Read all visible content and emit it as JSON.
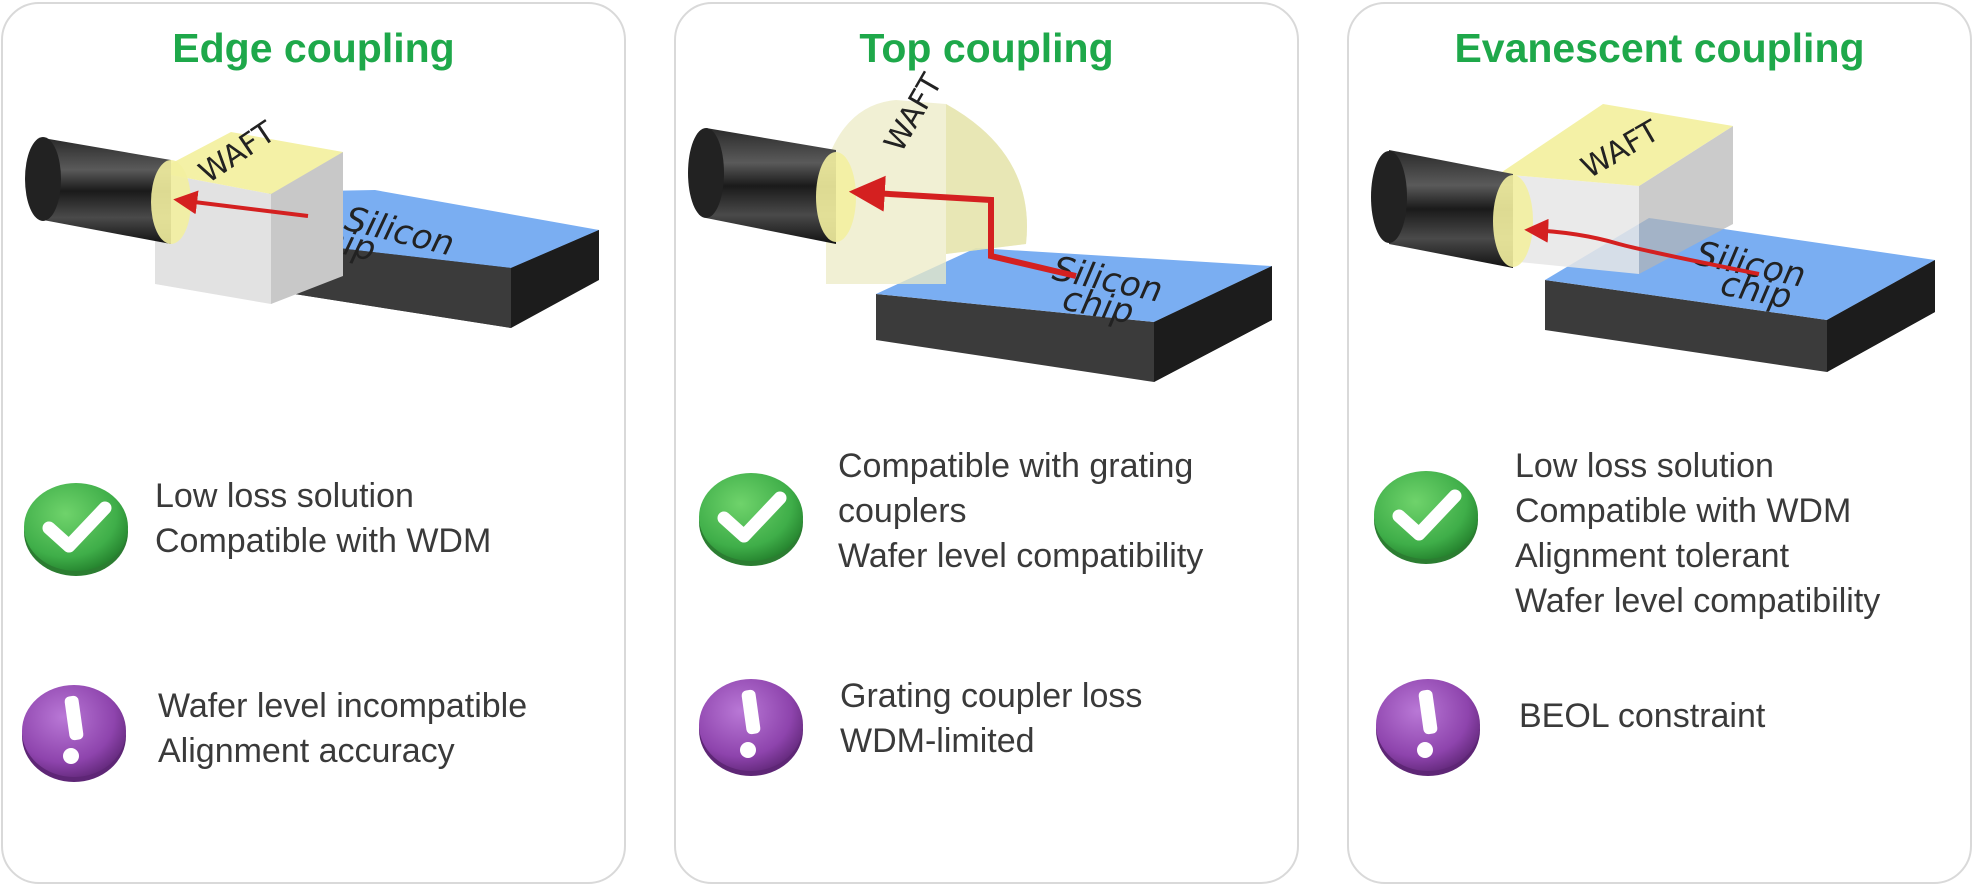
{
  "colors": {
    "title": "#1ea84a",
    "check": "#3fae49",
    "warn": "#8e44ad",
    "chip": "#7aaef2",
    "waft": "#f4f1a6",
    "arrow": "#d42020"
  },
  "panels": [
    {
      "title": "Edge coupling",
      "waft_label": "WAFT",
      "chip_label_1": "Silicon",
      "chip_label_2": "chip",
      "pros": [
        "Low loss solution",
        "Compatible with WDM"
      ],
      "cons": [
        "Wafer level incompatible",
        "Alignment accuracy"
      ]
    },
    {
      "title": "Top coupling",
      "waft_label": "WAFT",
      "chip_label_1": "Silicon",
      "chip_label_2": "chip",
      "pros": [
        "Compatible with grating",
        "couplers",
        "Wafer level compatibility"
      ],
      "cons": [
        "Grating coupler loss",
        "WDM-limited"
      ]
    },
    {
      "title": "Evanescent coupling",
      "waft_label": "WAFT",
      "chip_label_1": "Silicon",
      "chip_label_2": "chip",
      "pros": [
        "Low loss solution",
        "Compatible with WDM",
        "Alignment tolerant",
        "Wafer level compatibility"
      ],
      "cons": [
        "BEOL constraint"
      ]
    }
  ]
}
